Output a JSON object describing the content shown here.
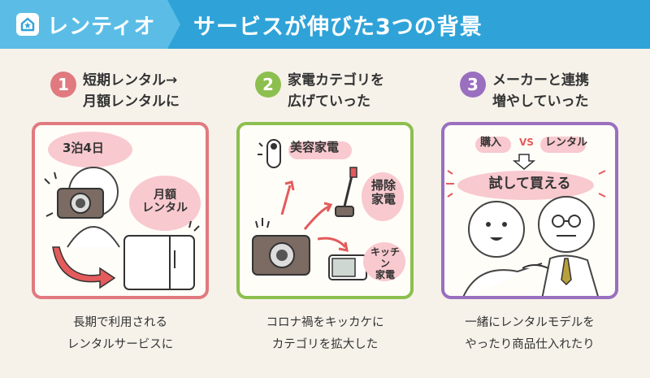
{
  "header": {
    "brand": "レンティオ",
    "title": "サービスが伸びた3つの背景"
  },
  "steps": [
    {
      "number": "1",
      "title": "短期レンタル→\n月額レンタルに",
      "color": "#e07a7f",
      "illustration": {
        "bubble_1": "3泊4日",
        "bubble_2": "月額\nレンタル"
      },
      "caption": "長期で利用される\nレンタルサービスに"
    },
    {
      "number": "2",
      "title": "家電カテゴリを\n広げていった",
      "color": "#8cbf4e",
      "illustration": {
        "label_1": "美容家電",
        "label_2": "掃除\n家電",
        "label_3": "キッチン\n家電"
      },
      "caption": "コロナ禍をキッカケに\nカテゴリを拡大した"
    },
    {
      "number": "3",
      "title": "メーカーと連携\n増やしていった",
      "color": "#9a6fbf",
      "illustration": {
        "label_buy": "購入",
        "label_vs": "VS",
        "label_rent": "レンタル",
        "banner": "試して買える"
      },
      "caption": "一緒にレンタルモデルを\nやったり商品仕入れたり"
    }
  ],
  "colors": {
    "header_bg": "#2fa3d8",
    "brand_bg": "#5bbde6",
    "page_bg": "#f6f2ea",
    "accent_pink": "#f8c9cf"
  }
}
